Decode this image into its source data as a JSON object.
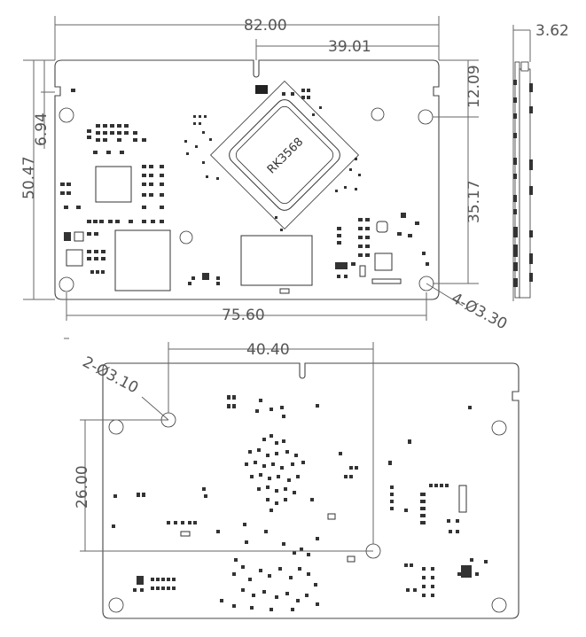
{
  "top_view": {
    "width": "82.00",
    "notch_offset": "39.01",
    "height": "50.47",
    "edge_notch": "6.94",
    "hole_offset_top": "12.09",
    "hole_spacing_v": "35.17",
    "hole_spacing_h": "75.60",
    "hole_callout": "4-Ø3.30",
    "soc_label": "RK3568"
  },
  "side_view": {
    "thickness": "3.62"
  },
  "bottom_view": {
    "hole_spacing_h": "40.40",
    "hole_callout": "2-Ø3.10",
    "hole_spacing_v": "26.00"
  }
}
